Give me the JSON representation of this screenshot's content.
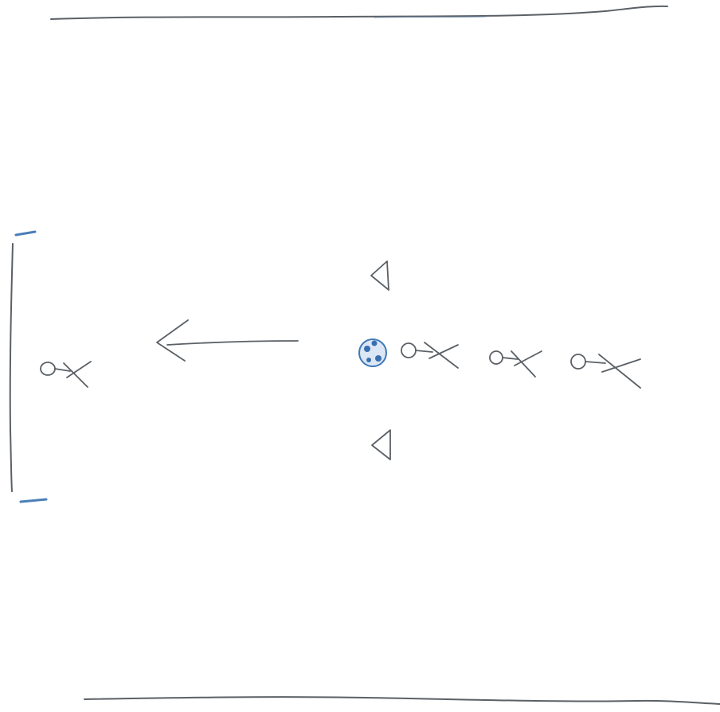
{
  "diagram": {
    "type": "hand-drawn sports drill diagram",
    "colors": {
      "ink": "#5a6066",
      "ball_outline": "#3f78b5",
      "ball_fill": "#dbe7f5",
      "ball_spots": "#3a6fb0",
      "accent_blue": "#4a7fb8"
    },
    "elements": {
      "sideline_top": "line",
      "sideline_bottom": "line",
      "goal": "goal-bracket",
      "goalkeeper": "player",
      "direction_arrow": "arrow-left",
      "cones": [
        "cone",
        "cone"
      ],
      "ball": "ball",
      "queue_players": [
        "player",
        "player",
        "player"
      ]
    }
  }
}
